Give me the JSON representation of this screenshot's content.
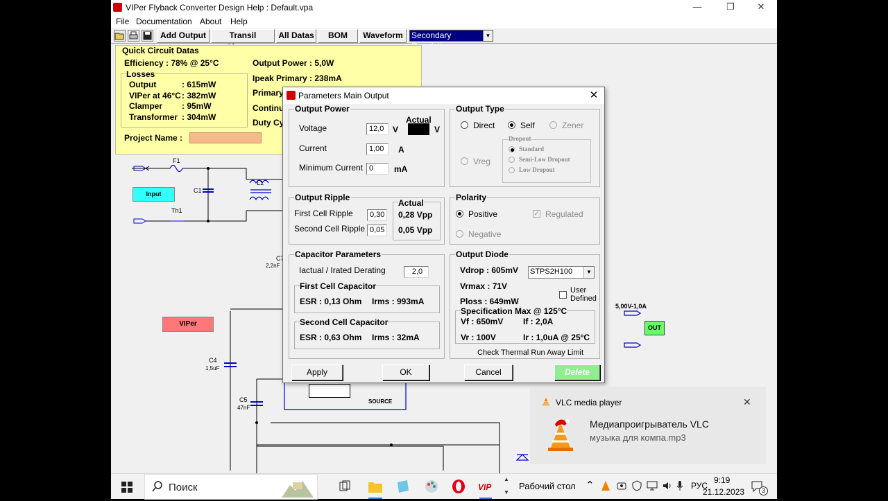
{
  "window": {
    "title": "VIPer Flyback Converter Design Help : Default.vpa"
  },
  "menu": {
    "file": "File",
    "documentation": "Documentation",
    "about": "About",
    "help": "Help"
  },
  "toolbar": {
    "add_output": "Add Output",
    "transil_clamper": "Transil Clamper",
    "all_datas": "All Datas",
    "bom": "BOM",
    "waveform": "Waveform",
    "secondary_regulation": "Secondary Regulation"
  },
  "quick": {
    "title": "Quick Circuit Datas",
    "efficiency": "Efficiency : 78% @ 25°C",
    "losses_title": "Losses",
    "output_l": "Output",
    "output_v": ": 615mW",
    "viper_l": "VIPer at 46°C",
    "viper_v": ": 382mW",
    "clamper_l": "Clamper",
    "clamper_v": ": 95mW",
    "transformer_l": "Transformer",
    "transformer_v": ": 304mW",
    "output_power": "Output Power : 5,0W",
    "ipeak": "Ipeak Primary : 238mA",
    "primary": "Primary",
    "continu": "Continuo",
    "duty": "Duty Cy",
    "project_name": "Project Name :"
  },
  "schematic": {
    "f1": "F1",
    "c1": "C1",
    "l1": "L1",
    "th1": "Th1",
    "input": "Input",
    "c7": "C7",
    "c7v": "2,2nF",
    "viper": "VIPer",
    "c4": "C4",
    "c4v": "1,5uF",
    "c5": "C5",
    "c5v": "47nF",
    "source": "SOURCE",
    "out_label": "5,00V-1,0A",
    "out": "OUT"
  },
  "dialog": {
    "title": "Parameters Main Output",
    "output_power": {
      "title": "Output Power",
      "actual": "Actual",
      "voltage_label": "Voltage",
      "voltage": "12,0",
      "voltage_unit": "V",
      "actual_unit": "V",
      "current_label": "Current",
      "current": "1,00",
      "current_unit": "A",
      "min_current_label": "Minimum Current",
      "min_current": "0",
      "min_current_unit": "mA"
    },
    "output_type": {
      "title": "Output Type",
      "direct": "Direct",
      "self": "Self",
      "zener": "Zener",
      "vreg": "Vreg",
      "dropout": "Dropout",
      "standard": "Standard",
      "semi_low": "Semi-Low Dropout",
      "low": "Low Dropout"
    },
    "ripple": {
      "title": "Output Ripple",
      "actual": "Actual",
      "first_label": "First Cell Ripple",
      "first": "0,30",
      "first_actual": "0,28 Vpp",
      "second_label": "Second Cell Ripple",
      "second": "0,05",
      "second_actual": "0,05 Vpp"
    },
    "polarity": {
      "title": "Polarity",
      "positive": "Positive",
      "negative": "Negative",
      "regulated": "Regulated"
    },
    "capacitor": {
      "title": "Capacitor Parameters",
      "derating_label": "Iactual / Irated Derating",
      "derating": "2,0",
      "first_title": "First Cell Capacitor",
      "first_esr": "ESR : 0,13 Ohm",
      "first_irms": "Irms : 993mA",
      "second_title": "Second Cell Capacitor",
      "second_esr": "ESR : 0,63 Ohm",
      "second_irms": "Irms : 32mA"
    },
    "diode": {
      "title": "Output Diode",
      "vdrop": "Vdrop : 605mV",
      "part": "STPS2H100",
      "vrmax": "Vrmax : 71V",
      "user_defined": "User Defined",
      "ploss": "Ploss : 649mW",
      "spec_title": "Specification Max @ 125°C",
      "vf": "Vf : 650mV",
      "if": "If : 2,0A",
      "vr": "Vr : 100V",
      "ir": "Ir : 1,0uA @ 25°C",
      "thermal": "Check Thermal Run Away Limit"
    },
    "buttons": {
      "apply": "Apply",
      "ok": "OK",
      "cancel": "Cancel",
      "delete": "Delete"
    }
  },
  "notification": {
    "app": "VLC media player",
    "title": "Медиапроигрыватель VLC",
    "body": "музыка для компа.mp3"
  },
  "taskbar": {
    "search": "Поиск",
    "desktop": "Рабочий стол",
    "lang": "РУС",
    "time": "9:19",
    "date": "21.12.2023",
    "badge": "3"
  }
}
